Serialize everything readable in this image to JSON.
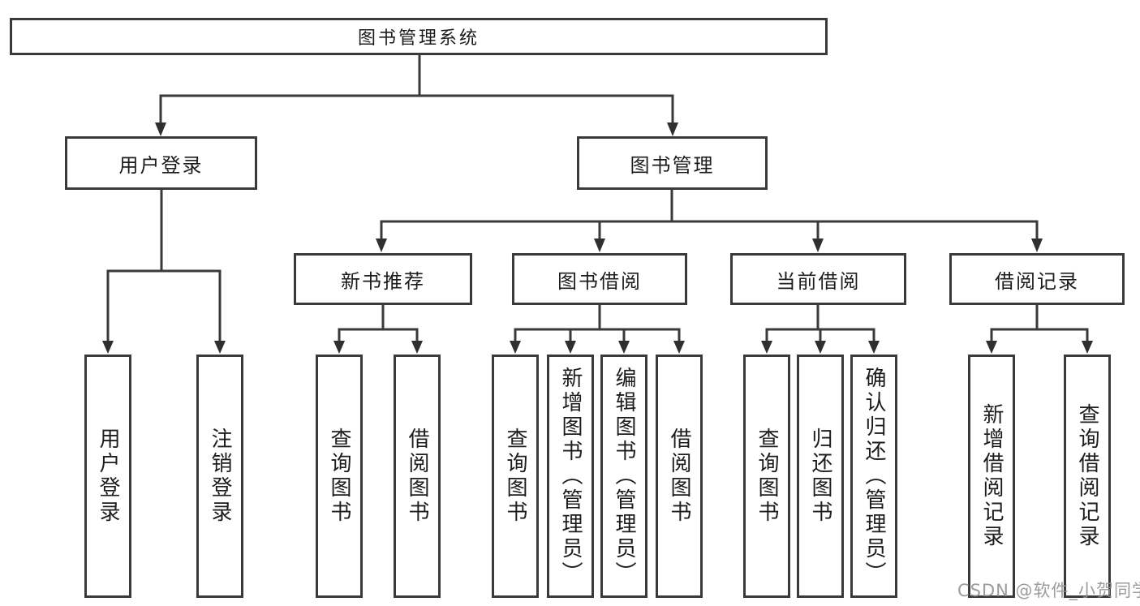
{
  "diagram": {
    "root": "图书管理系统",
    "user_branch": {
      "label": "用户登录",
      "children": [
        "用户登录",
        "注销登录"
      ]
    },
    "book_branch": {
      "label": "图书管理",
      "groups": [
        {
          "label": "新书推荐",
          "children": [
            "查询图书",
            "借阅图书"
          ]
        },
        {
          "label": "图书借阅",
          "children": [
            "查询图书",
            "新增图书（管理员）",
            "编辑图书（管理员）",
            "借阅图书"
          ]
        },
        {
          "label": "当前借阅",
          "children": [
            "查询图书",
            "归还图书",
            "确认归还（管理员）"
          ]
        },
        {
          "label": "借阅记录",
          "children": [
            "新增借阅记录",
            "查询借阅记录"
          ]
        }
      ]
    },
    "watermark": "CSDN @软件_小贺同学",
    "colors": {
      "line": "#3a3a3a",
      "text": "#1c1c1c",
      "watermark": "#949494",
      "background": "#ffffff"
    }
  }
}
